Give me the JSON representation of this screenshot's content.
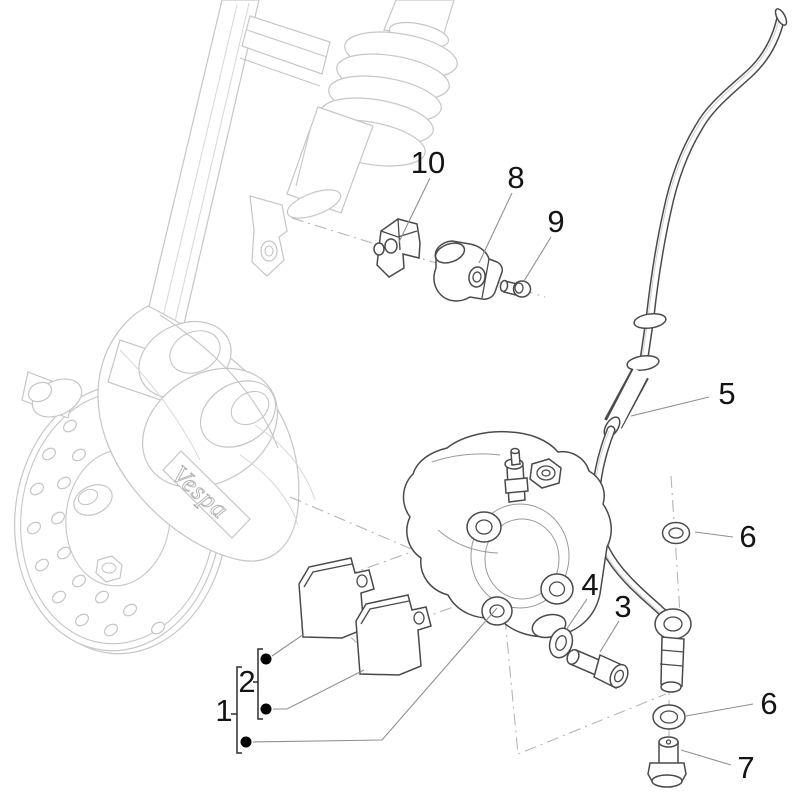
{
  "description": "Exploded spare-parts line drawing of a scooter front disc brake: fork leg with spring and brake disc in light grey, brake caliper, brake pads, brake hose and fasteners in dark line art, with numbered callouts",
  "logo_text": "Vespa",
  "callouts": {
    "c1": {
      "label": "1"
    },
    "c2": {
      "label": "2"
    },
    "c3": {
      "label": "3"
    },
    "c4": {
      "label": "4"
    },
    "c5": {
      "label": "5"
    },
    "c6_upper": {
      "label": "6"
    },
    "c6_lower": {
      "label": "6"
    },
    "c7": {
      "label": "7"
    },
    "c8": {
      "label": "8"
    },
    "c9": {
      "label": "9"
    },
    "c10": {
      "label": "10"
    }
  },
  "colors": {
    "background": "#ffffff",
    "background_lineart": "#c6c6c6",
    "midtone_lineart": "#9a9a9a",
    "foreground_lineart": "#4a4a4a",
    "label_text": "#141414",
    "leader_line": "#8f8f8f",
    "dash_dot_line": "#b5b5b5"
  }
}
